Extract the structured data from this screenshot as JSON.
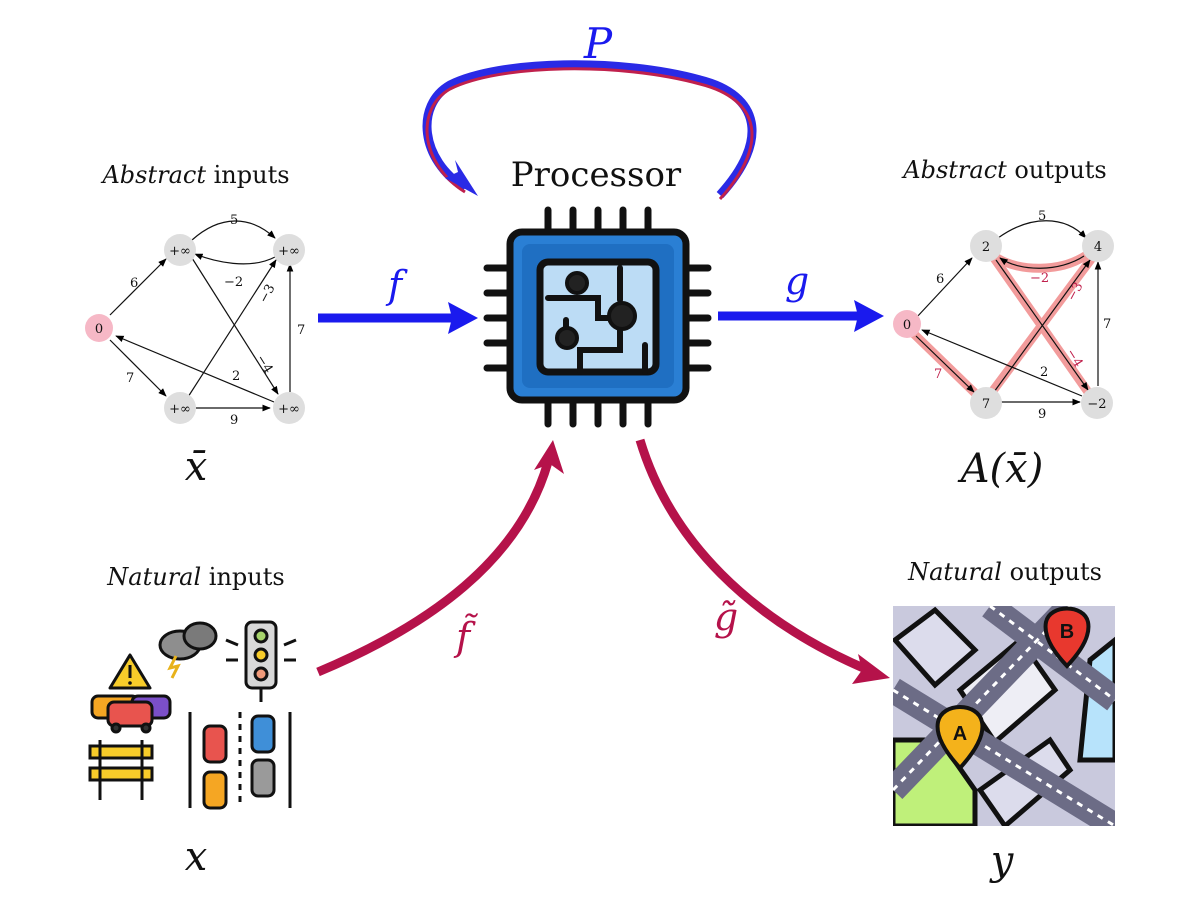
{
  "processor": {
    "title": "Processor",
    "loop_label": "P"
  },
  "abstract_inputs": {
    "heading_italic": "Abstract",
    "heading_rest": " inputs",
    "symbol": "x̄",
    "nodes": [
      "0",
      "+∞",
      "+∞",
      "+∞",
      "+∞"
    ],
    "edge_labels": [
      "6",
      "5",
      "−2",
      "−3",
      "7",
      "7",
      "9",
      "2",
      "−4"
    ]
  },
  "abstract_outputs": {
    "heading_italic": "Abstract",
    "heading_rest": " outputs",
    "symbol": "A(x̄)",
    "nodes": [
      "0",
      "2",
      "4",
      "7",
      "−2"
    ],
    "edge_labels": [
      "6",
      "5",
      "−2",
      "−3",
      "7",
      "7",
      "9",
      "2",
      "−4"
    ]
  },
  "natural_inputs": {
    "heading_italic": "Natural",
    "heading_rest": " inputs",
    "symbol": "x"
  },
  "natural_outputs": {
    "heading_italic": "Natural",
    "heading_rest": " outputs",
    "symbol": "y",
    "marker_a": "A",
    "marker_b": "B"
  },
  "arrows": {
    "encoder": "f",
    "decoder": "g",
    "natural_encoder": "f̃",
    "natural_decoder": "g̃"
  },
  "colors": {
    "blue": "#1a1aee",
    "crimson": "#b5124a",
    "node_gray": "#dedede",
    "node_pink": "#f6b8c6",
    "highlight": "#f08a8a",
    "chip_blue": "#2a7fd4",
    "chip_light": "#bcdcf5"
  }
}
